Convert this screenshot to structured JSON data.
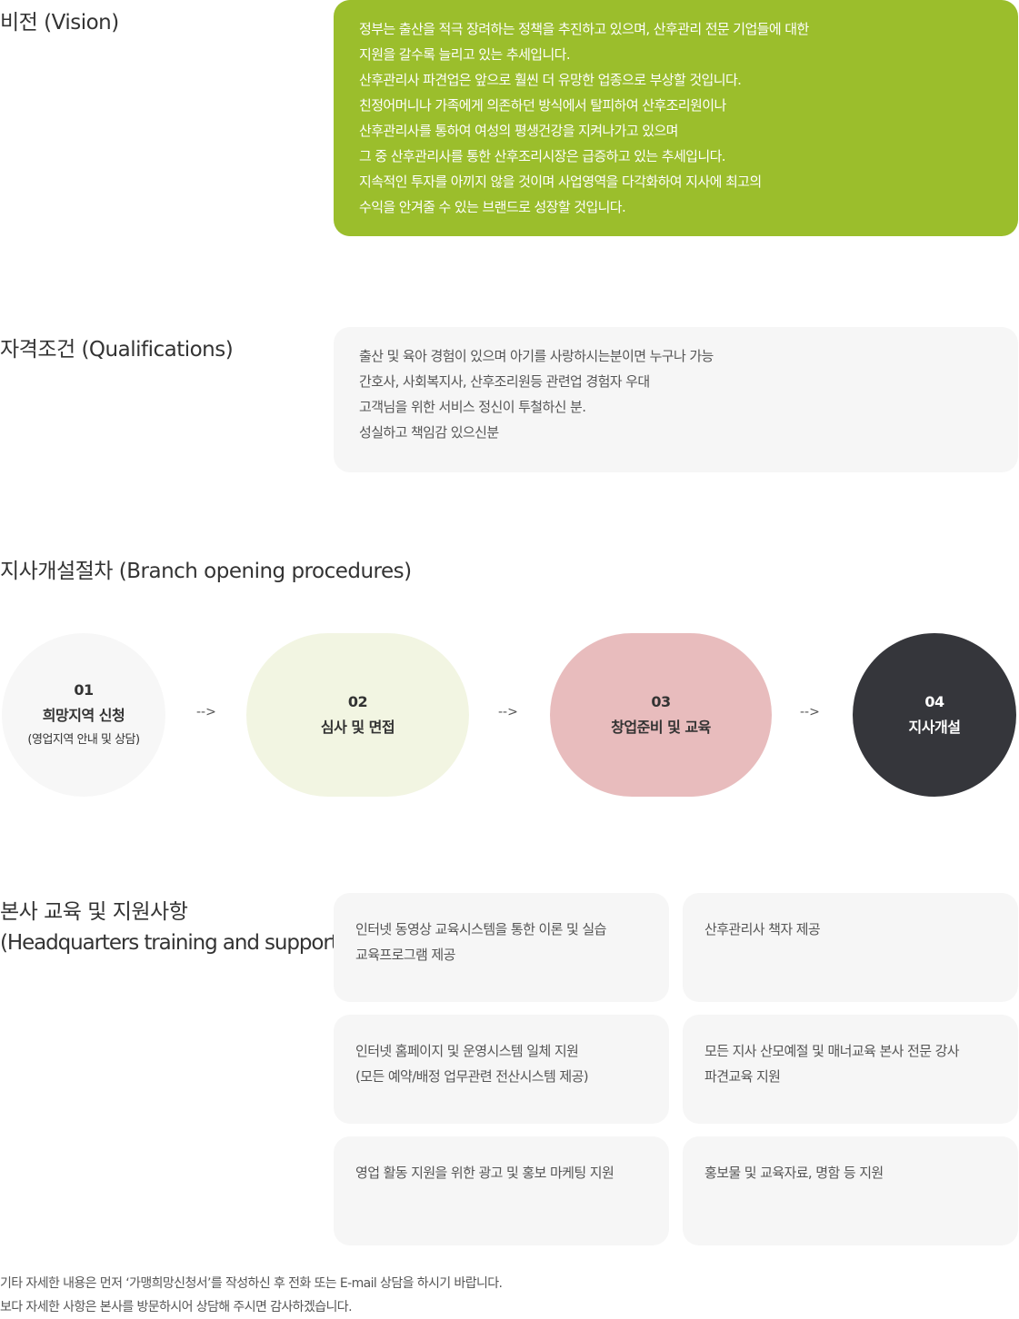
{
  "vision": {
    "title": "비전 (Vision)",
    "lines": [
      "정부는 출산을 적극 장려하는 정책을 추진하고 있으며, 산후관리 전문 기업들에 대한",
      "지원을 갈수록 늘리고 있는 추세입니다.",
      "산후관리사 파견업은 앞으로 훨씬 더 유망한 업종으로 부상할 것입니다.",
      "친정어머니나 가족에게 의존하던 방식에서 탈피하여 산후조리원이나",
      "산후관리사를 통하여 여성의 평생건강을 지켜나가고 있으며",
      "그 중 산후관리사를 통한 산후조리시장은 급증하고 있는 추세입니다.",
      "지속적인 투자를 아끼지 않을 것이며 사업영역을 다각화하여 지사에 최고의",
      "수익을 안겨줄 수 있는 브랜드로 성장할 것입니다."
    ]
  },
  "qualifications": {
    "title": "자격조건 (Qualifications)",
    "lines": [
      "출산 및 육아 경험이 있으며 아기를 사랑하시는분이면 누구나 가능",
      "간호사, 사회복지사, 산후조리원등 관련업 경험자 우대",
      "고객님을 위한 서비스 정신이 투철하신 분.",
      "성실하고 책임감 있으신분"
    ]
  },
  "procedures": {
    "title": "지사개설절차 (Branch opening procedures)",
    "arrow": "-->",
    "steps": [
      {
        "num": "01",
        "label": "희망지역 신청",
        "sub": "(영업지역 안내 및 상담)"
      },
      {
        "num": "02",
        "label": "심사 및 면접"
      },
      {
        "num": "03",
        "label": "창업준비 및 교육"
      },
      {
        "num": "04",
        "label": "지사개설"
      }
    ]
  },
  "support": {
    "title_ko": "본사 교육 및 지원사항",
    "title_en": "(Headquarters training and support)",
    "items": [
      {
        "lines": [
          "인터넷 동영상 교육시스템을 통한 이론 및 실습",
          "교육프로그램 제공"
        ]
      },
      {
        "lines": [
          "산후관리사 책자 제공"
        ]
      },
      {
        "lines": [
          "인터넷 홈페이지 및 운영시스템 일체 지원",
          "(모든 예약/배정 업무관련 전산시스템 제공)"
        ]
      },
      {
        "lines": [
          "모든 지사 산모예절 및 매너교육 본사 전문 강사",
          "파견교육 지원"
        ]
      },
      {
        "lines": [
          "영업 활동 지원을 위한 광고 및 홍보 마케팅 지원"
        ]
      },
      {
        "lines": [
          "홍보물 및 교육자료, 명함 등 지원"
        ]
      }
    ]
  },
  "footer": {
    "lines": [
      "기타 자세한 내용은 먼저 ‘가맹희망신청서’를 작성하신 후 전화 또는 E-mail 상담을 하시기 바랍니다.",
      "보다 자세한 사항은 본사를 방문하시어 상담해 주시면 감사하겠습니다."
    ]
  },
  "colors": {
    "vision_bg": "#9bbe2c",
    "box_bg": "#f6f6f6",
    "step1_bg": "#f7f7f7",
    "step2_bg": "#f2f5e2",
    "step3_bg": "#e8bcbd",
    "step4_bg": "#35363b"
  }
}
